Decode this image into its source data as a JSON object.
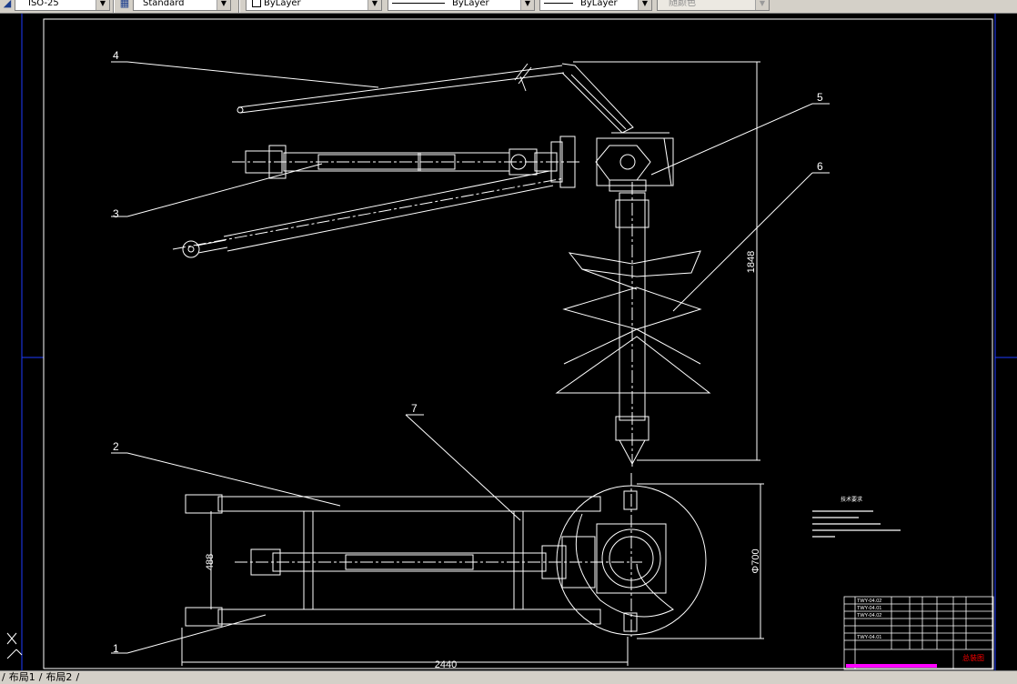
{
  "toolbar": {
    "dimstyle": "ISO-25",
    "textstyle": "Standard",
    "layer": "ByLayer",
    "linetype": "ByLayer",
    "lineweight": "ByLayer",
    "color": "随颜色"
  },
  "tabs": [
    "布局1",
    "布局2"
  ],
  "drawing": {
    "balloons": [
      "1",
      "2",
      "3",
      "4",
      "5",
      "6",
      "7"
    ],
    "dimensions": {
      "height": "1848",
      "width": "2440",
      "frame": "488",
      "diameter": "Φ700"
    },
    "notes_title": "技术要求",
    "title_block_name": "总装图",
    "bom_codes": [
      "TWY-04.02",
      "TWY-04.01",
      "TWY-04.02",
      "TWY-04.01"
    ]
  },
  "colors": {
    "background": "#000000",
    "lines": "#ffffff",
    "frame": "#1e3cff",
    "title_red": "#ff0000",
    "title_magenta": "#ff00ff"
  }
}
